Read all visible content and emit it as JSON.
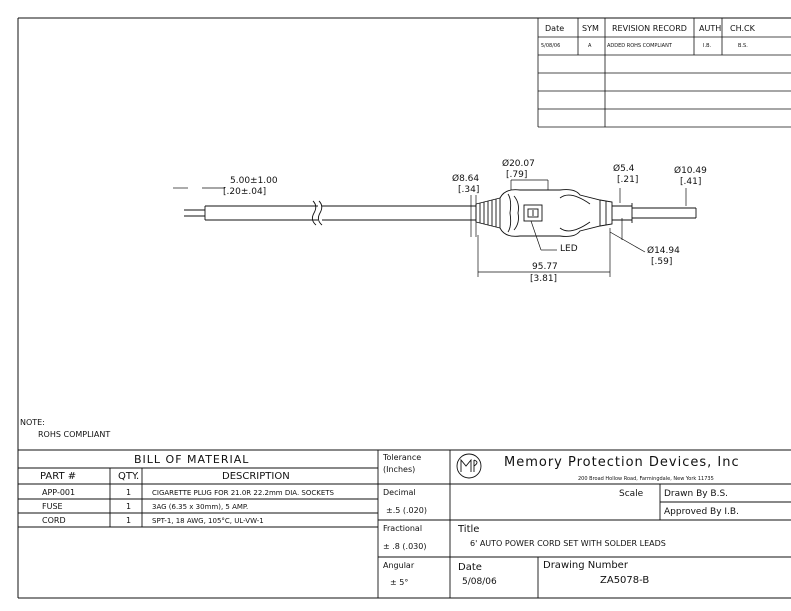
{
  "revision_table": {
    "headers": [
      "Date",
      "SYM",
      "REVISION RECORD",
      "AUTH",
      "CH.CK"
    ],
    "row": {
      "date": "5/08/06",
      "sym": "A",
      "record": "ADDED ROHS COMPLIANT",
      "auth": "I.B.",
      "check": "B.S."
    }
  },
  "dimensions": {
    "length": "5.00±1.00",
    "length_in": "[.20±.04]",
    "d1": "Ø8.64",
    "d1_in": "[.34]",
    "d2": "Ø20.07",
    "d2_in": "[.79]",
    "d3": "Ø5.4",
    "d3_in": "[.21]",
    "d4": "Ø10.49",
    "d4_in": "[.41]",
    "d5": "Ø14.94",
    "d5_in": "[.59]",
    "overall": "95.77",
    "overall_in": "[3.81]",
    "led_label": "LED"
  },
  "notes": {
    "title": "NOTE:",
    "line1": "ROHS COMPLIANT"
  },
  "bom": {
    "title": "BILL OF MATERIAL",
    "col_part": "PART #",
    "col_qty": "QTY.",
    "col_desc": "DESCRIPTION",
    "rows": [
      {
        "part": "APP-001",
        "qty": "1",
        "desc": "CIGARETTE PLUG FOR 21.0R 22.2mm DIA. SOCKETS"
      },
      {
        "part": "FUSE",
        "qty": "1",
        "desc": "3AG (6.35 x 30mm), 5 AMP."
      },
      {
        "part": "CORD",
        "qty": "1",
        "desc": "SPT-1, 18 AWG, 105°C, UL-VW-1"
      }
    ]
  },
  "tolerance": {
    "title": "Tolerance",
    "units": "(Inches)",
    "decimal_label": "Decimal",
    "decimal_value": "±.5 (.020)",
    "fractional_label": "Fractional",
    "fractional_value": "± .8 (.030)",
    "angular_label": "Angular",
    "angular_value": "± 5°"
  },
  "company": {
    "logo_text": "MPD",
    "name": "Memory Protection Devices, Inc",
    "address": "200 Broad Hollow Road, Farmingdale, New York 11735"
  },
  "title_block": {
    "scale_label": "Scale",
    "drawn_by": "Drawn By  B.S.",
    "approved_by": "Approved By  I.B.",
    "title_label": "Title",
    "title_value": "6' AUTO POWER CORD SET WITH SOLDER LEADS",
    "date_label": "Date",
    "date_value": "5/08/06",
    "drawing_number_label": "Drawing Number",
    "drawing_number": "ZA5078-B"
  }
}
